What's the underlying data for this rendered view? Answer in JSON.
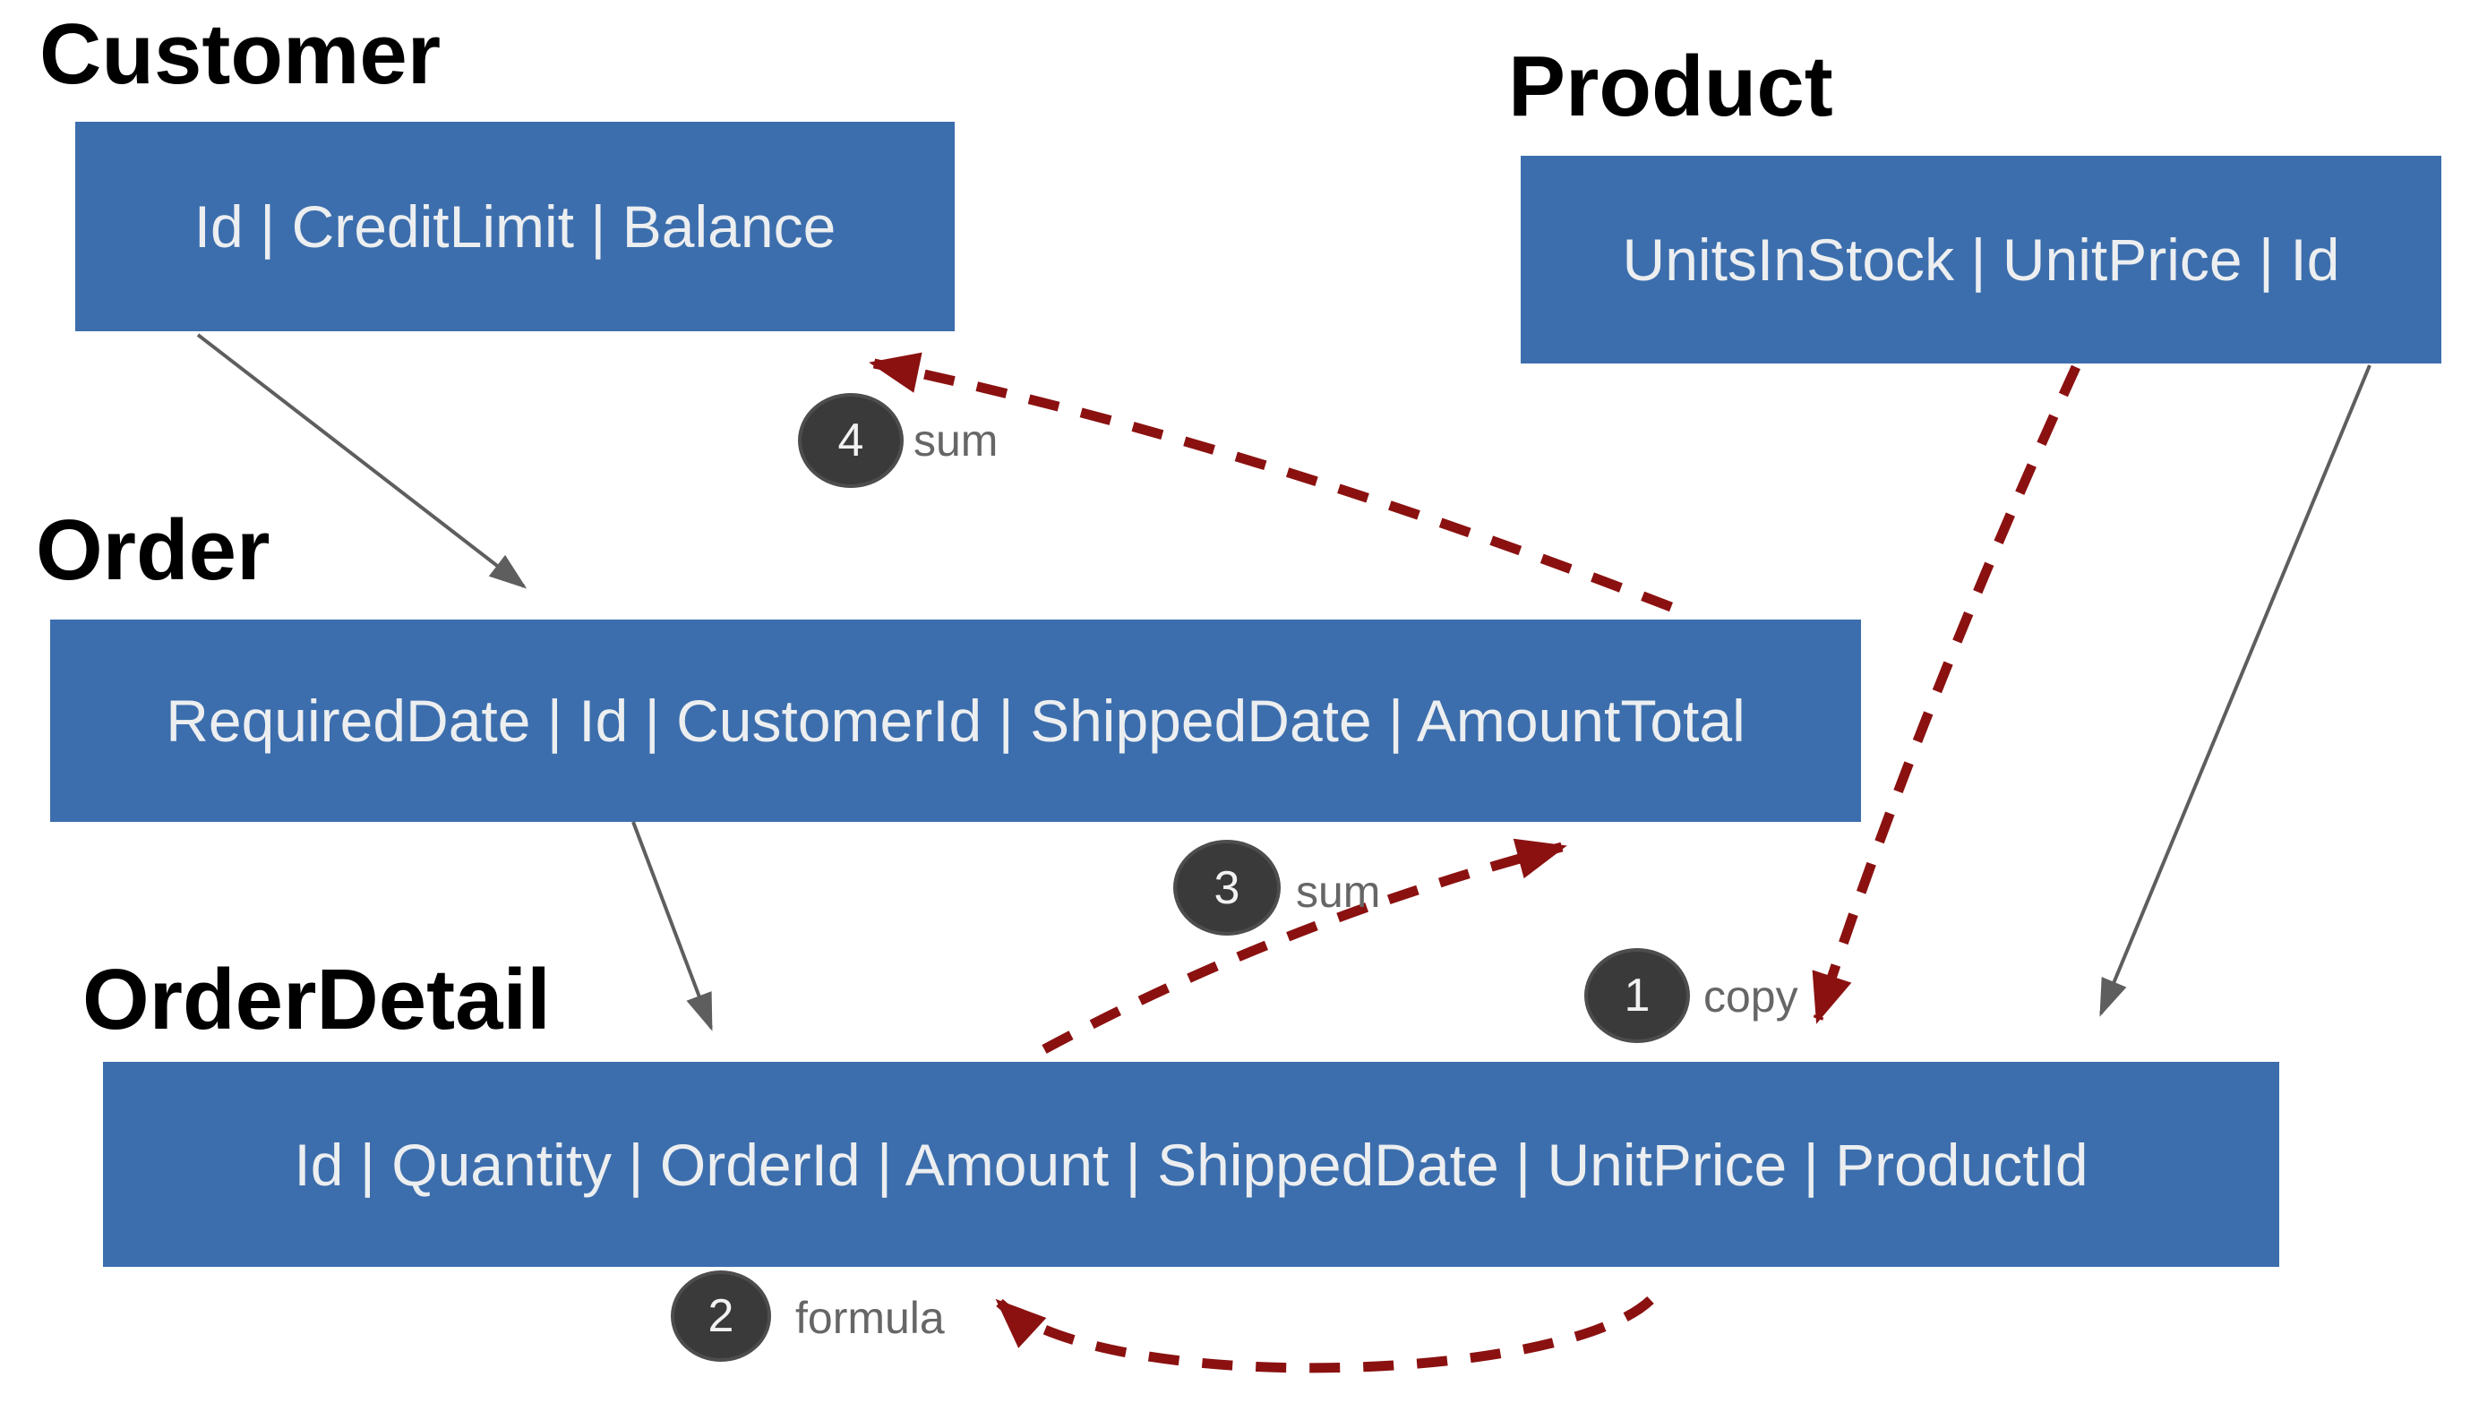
{
  "diagram": {
    "entities": [
      {
        "title": "Customer",
        "fields": "Id | CreditLimit | Balance"
      },
      {
        "title": "Order",
        "fields": "RequiredDate | Id | CustomerId | ShippedDate | AmountTotal"
      },
      {
        "title": "OrderDetail",
        "fields": "Id | Quantity | OrderId | Amount | ShippedDate | UnitPrice | ProductId"
      },
      {
        "title": "Product",
        "fields": "UnitsInStock | UnitPrice | Id"
      }
    ],
    "steps": [
      {
        "number": "1",
        "label": "copy"
      },
      {
        "number": "2",
        "label": "formula"
      },
      {
        "number": "3",
        "label": "sum"
      },
      {
        "number": "4",
        "label": "sum"
      }
    ],
    "relations": [
      {
        "from": "Customer",
        "to": "Order",
        "style": "solid"
      },
      {
        "from": "Order",
        "to": "OrderDetail",
        "style": "solid"
      },
      {
        "from": "Product",
        "to": "OrderDetail",
        "style": "solid"
      },
      {
        "step": "1",
        "from": "Product",
        "to": "OrderDetail",
        "style": "dashed"
      },
      {
        "step": "2",
        "from": "OrderDetail",
        "to": "OrderDetail",
        "style": "dashed"
      },
      {
        "step": "3",
        "from": "OrderDetail",
        "to": "Order",
        "style": "dashed"
      },
      {
        "step": "4",
        "from": "Order",
        "to": "Customer",
        "style": "dashed"
      }
    ],
    "colors": {
      "background": "#ffffff",
      "entity_fill": "#3c6ead",
      "entity_text": "#eceef0",
      "title_text": "#000000",
      "solid_arrow": "#5e5e5e",
      "dashed_arrow": "#8b1111",
      "badge_fill": "#3a3a3a",
      "badge_text": "#f2f2f2",
      "label_text": "#666666"
    }
  }
}
